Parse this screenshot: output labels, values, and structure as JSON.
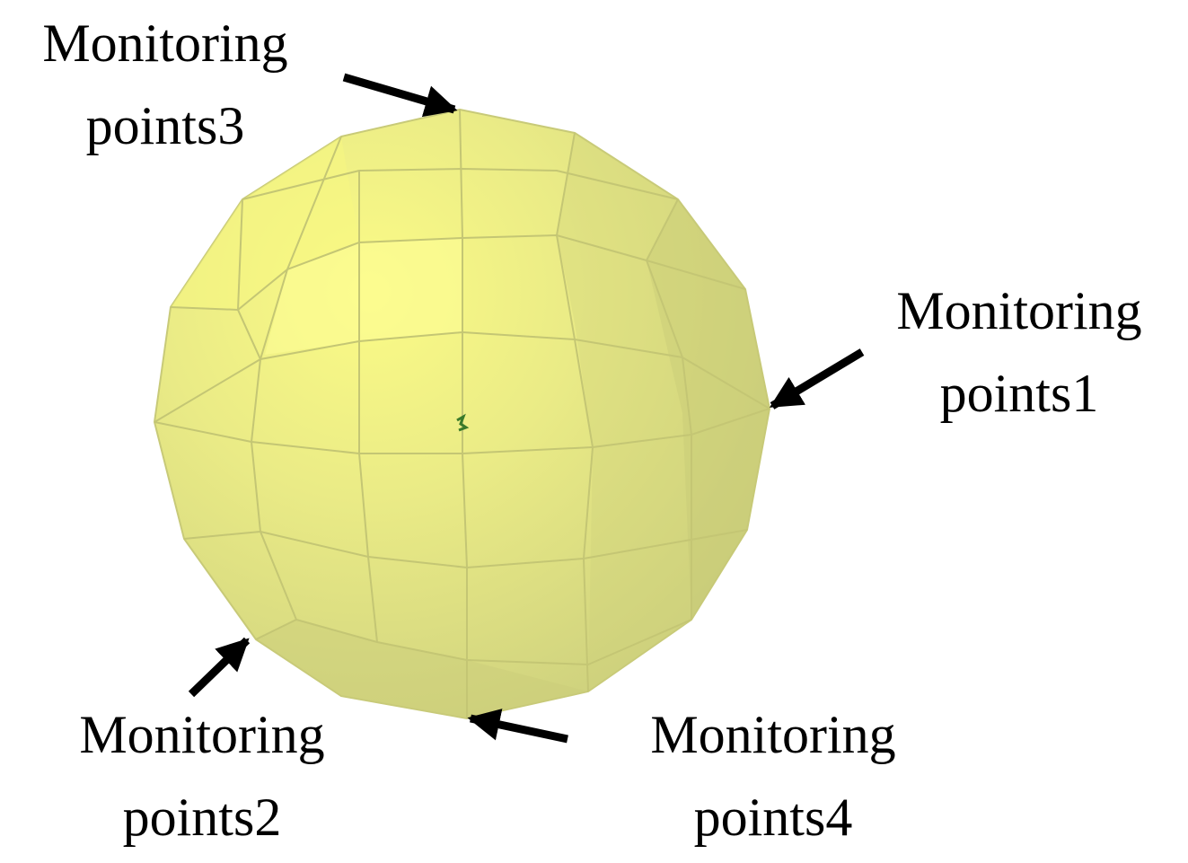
{
  "figure": {
    "object": "faceted-sphere",
    "colors": {
      "face_light": "#f3f37a",
      "face_mid": "#e5e78a",
      "face_shade": "#cfd27e",
      "edge": "#c8ca78",
      "highlight": "#fbfb86",
      "arrow": "#000000",
      "text": "#000000",
      "center_marker": "#3a7a2a"
    }
  },
  "annotations": [
    {
      "id": "mp3",
      "line1": "Monitoring",
      "line2": "points3"
    },
    {
      "id": "mp1",
      "line1": "Monitoring",
      "line2": "points1"
    },
    {
      "id": "mp2",
      "line1": "Monitoring",
      "line2": "points2"
    },
    {
      "id": "mp4",
      "line1": "Monitoring",
      "line2": "points4"
    }
  ]
}
